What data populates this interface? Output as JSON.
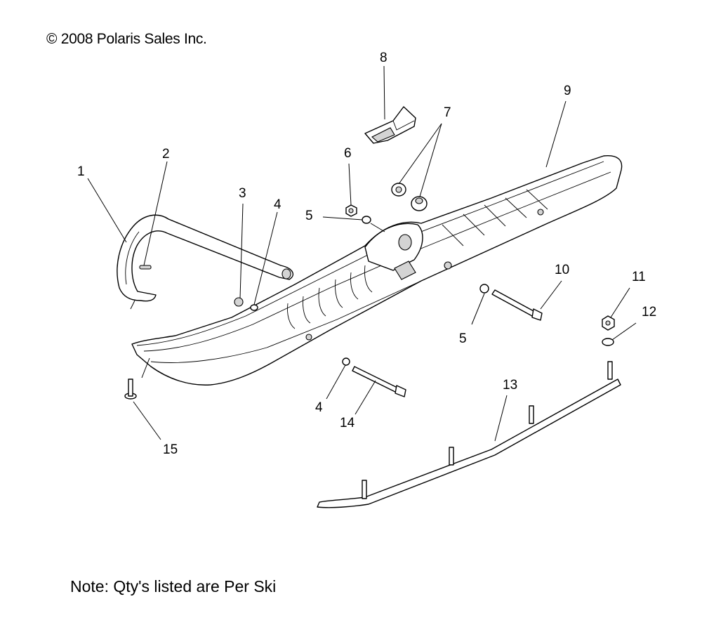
{
  "header": {
    "copyright": "© 2008 Polaris Sales Inc."
  },
  "footer": {
    "note": "Note: Qty's listed are Per Ski"
  },
  "callouts": [
    {
      "id": "c1",
      "label": "1"
    },
    {
      "id": "c2",
      "label": "2"
    },
    {
      "id": "c3",
      "label": "3"
    },
    {
      "id": "c4a",
      "label": "4"
    },
    {
      "id": "c4b",
      "label": "4"
    },
    {
      "id": "c5a",
      "label": "5"
    },
    {
      "id": "c5b",
      "label": "5"
    },
    {
      "id": "c6",
      "label": "6"
    },
    {
      "id": "c7",
      "label": "7"
    },
    {
      "id": "c8",
      "label": "8"
    },
    {
      "id": "c9",
      "label": "9"
    },
    {
      "id": "c10",
      "label": "10"
    },
    {
      "id": "c11",
      "label": "11"
    },
    {
      "id": "c12",
      "label": "12"
    },
    {
      "id": "c13",
      "label": "13"
    },
    {
      "id": "c14",
      "label": "14"
    },
    {
      "id": "c15",
      "label": "15"
    }
  ]
}
